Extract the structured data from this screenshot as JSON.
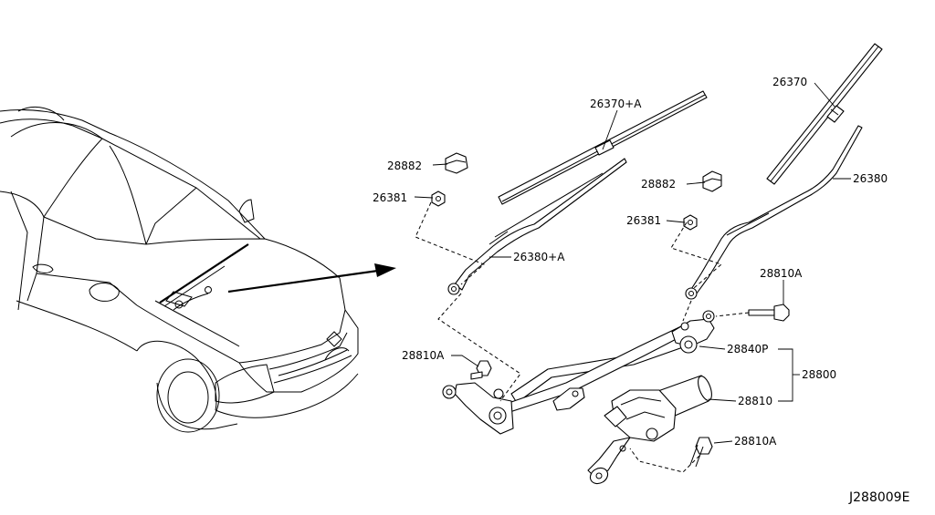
{
  "labels": {
    "p26370_a": "26370+A",
    "p26370": "26370",
    "p28882_left": "28882",
    "p26381_left": "26381",
    "p26380_a": "26380+A",
    "p28882_right": "28882",
    "p26381_right": "26381",
    "p26380": "26380",
    "p28810a_top_right": "28810A",
    "p28810a_left": "28810A",
    "p28840p": "28840P",
    "p28800": "28800",
    "p28810": "28810",
    "p28810a_bottom": "28810A",
    "diagram_code": "J288009E"
  }
}
